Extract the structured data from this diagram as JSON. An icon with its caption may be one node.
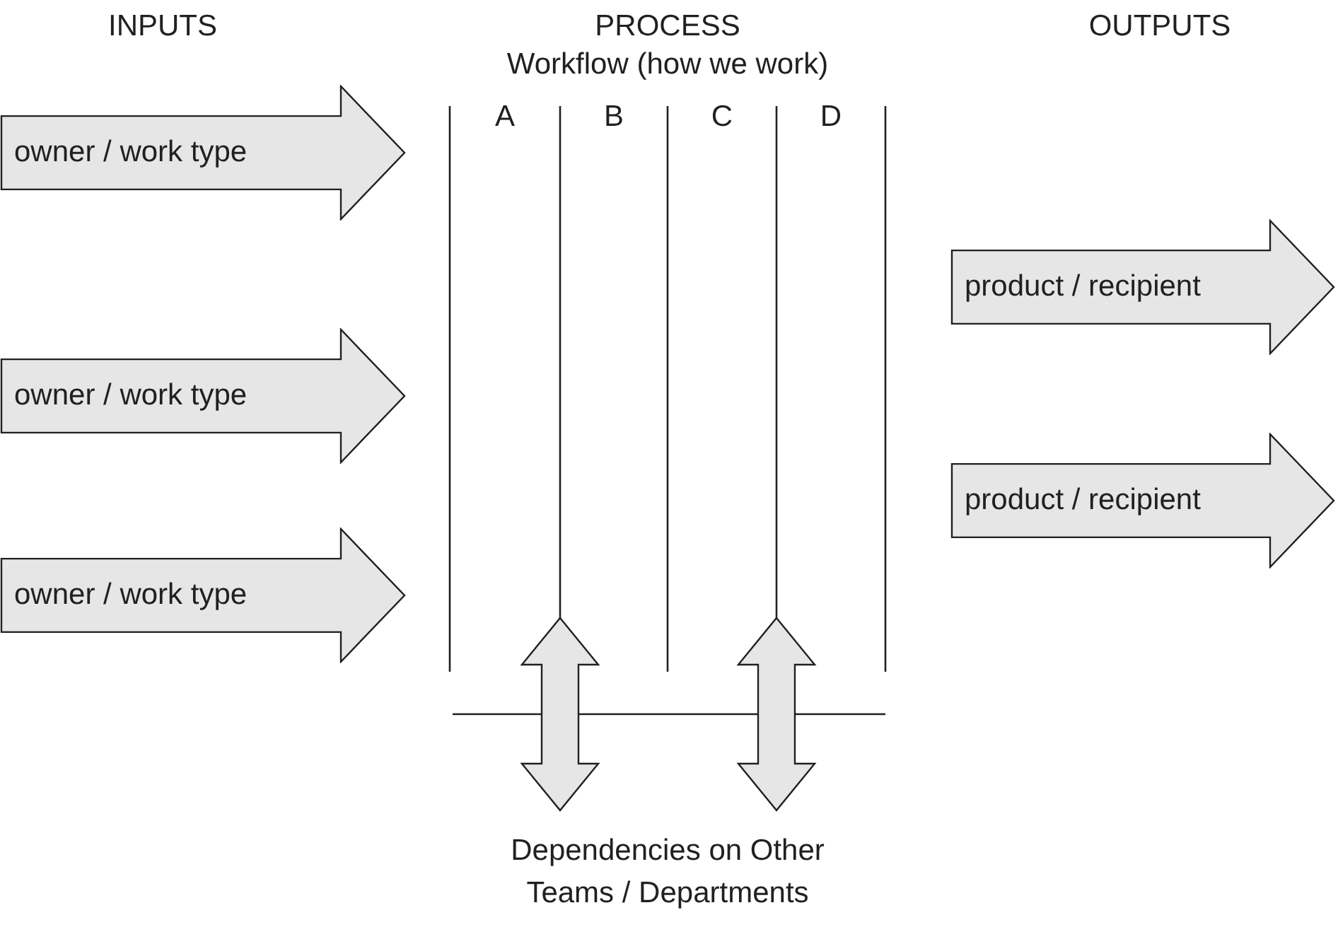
{
  "diagram": {
    "nodes": [
      {
        "text": [
          "owner / work type"
        ]
      },
      {
        "text": [
          "owner / work type"
        ]
      },
      {
        "text": [
          "owner / work type"
        ]
      },
      {
        "text": [
          "product / recipient"
        ]
      },
      {
        "text": [
          "product / recipient"
        ]
      },
      {
        "text": [
          "Dependencies on Other Teams / Departments"
        ]
      }
    ],
    "edges": [
      {
        "from": null,
        "to": 5,
        "arrow": "both"
      },
      {
        "from": null,
        "to": 5,
        "arrow": "both"
      }
    ],
    "labels": [
      "INPUTS",
      "PROCESS",
      "Workflow (how we work)",
      "OUTPUTS",
      "A",
      "B",
      "C",
      "D"
    ]
  }
}
